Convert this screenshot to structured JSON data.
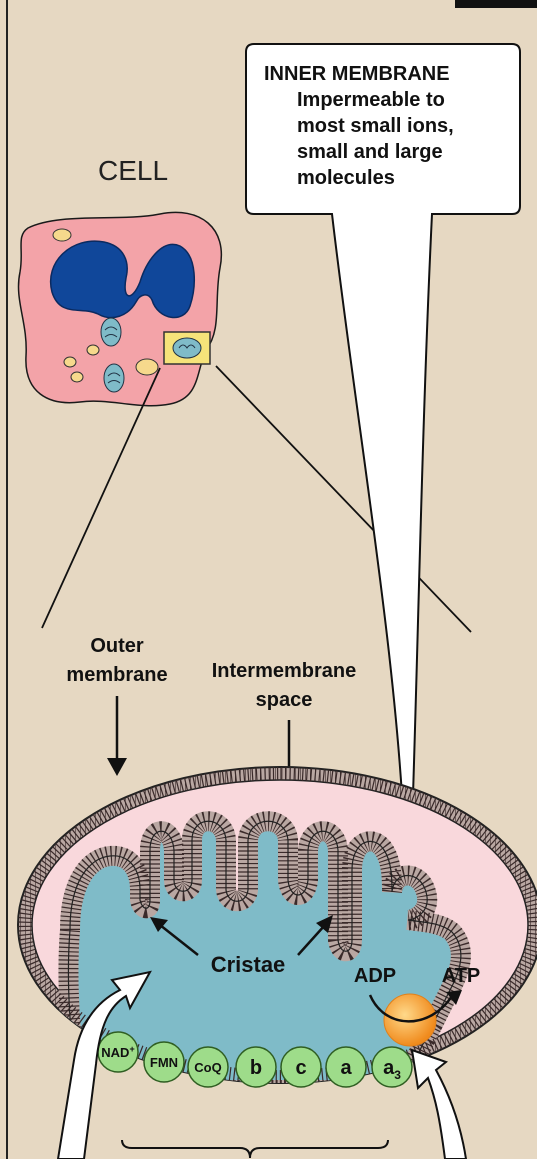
{
  "cell_label": "CELL",
  "callout": {
    "title": "INNER MEMBRANE",
    "lines": [
      "Impermeable to",
      "most small ions,",
      "small and large",
      "molecules"
    ]
  },
  "outer_membrane_label": [
    "Outer",
    "membrane"
  ],
  "intermembrane_label": [
    "Intermembrane",
    "space"
  ],
  "cristae_label": "Cristae",
  "adp_label": "ADP",
  "atp_label": "ATP",
  "chain": [
    {
      "id": "nad",
      "label": "NAD",
      "sup": "+"
    },
    {
      "id": "fmn",
      "label": "FMN"
    },
    {
      "id": "coq",
      "label": "CoQ"
    },
    {
      "id": "b",
      "label": "b"
    },
    {
      "id": "c",
      "label": "c"
    },
    {
      "id": "a",
      "label": "a"
    },
    {
      "id": "a3",
      "label": "a",
      "sub": "3"
    }
  ],
  "colors": {
    "background": "#e6d8c2",
    "cell": "#f3a3a8",
    "nucleus": "#10479a",
    "matrix": "#7fbbc8",
    "intermembrane": "#f9d8dc",
    "membrane": "#8d7a78",
    "chain_circle": "#9edc8a",
    "atp_synthase": "#f2a23a",
    "vesicle": "#f6d98c"
  }
}
